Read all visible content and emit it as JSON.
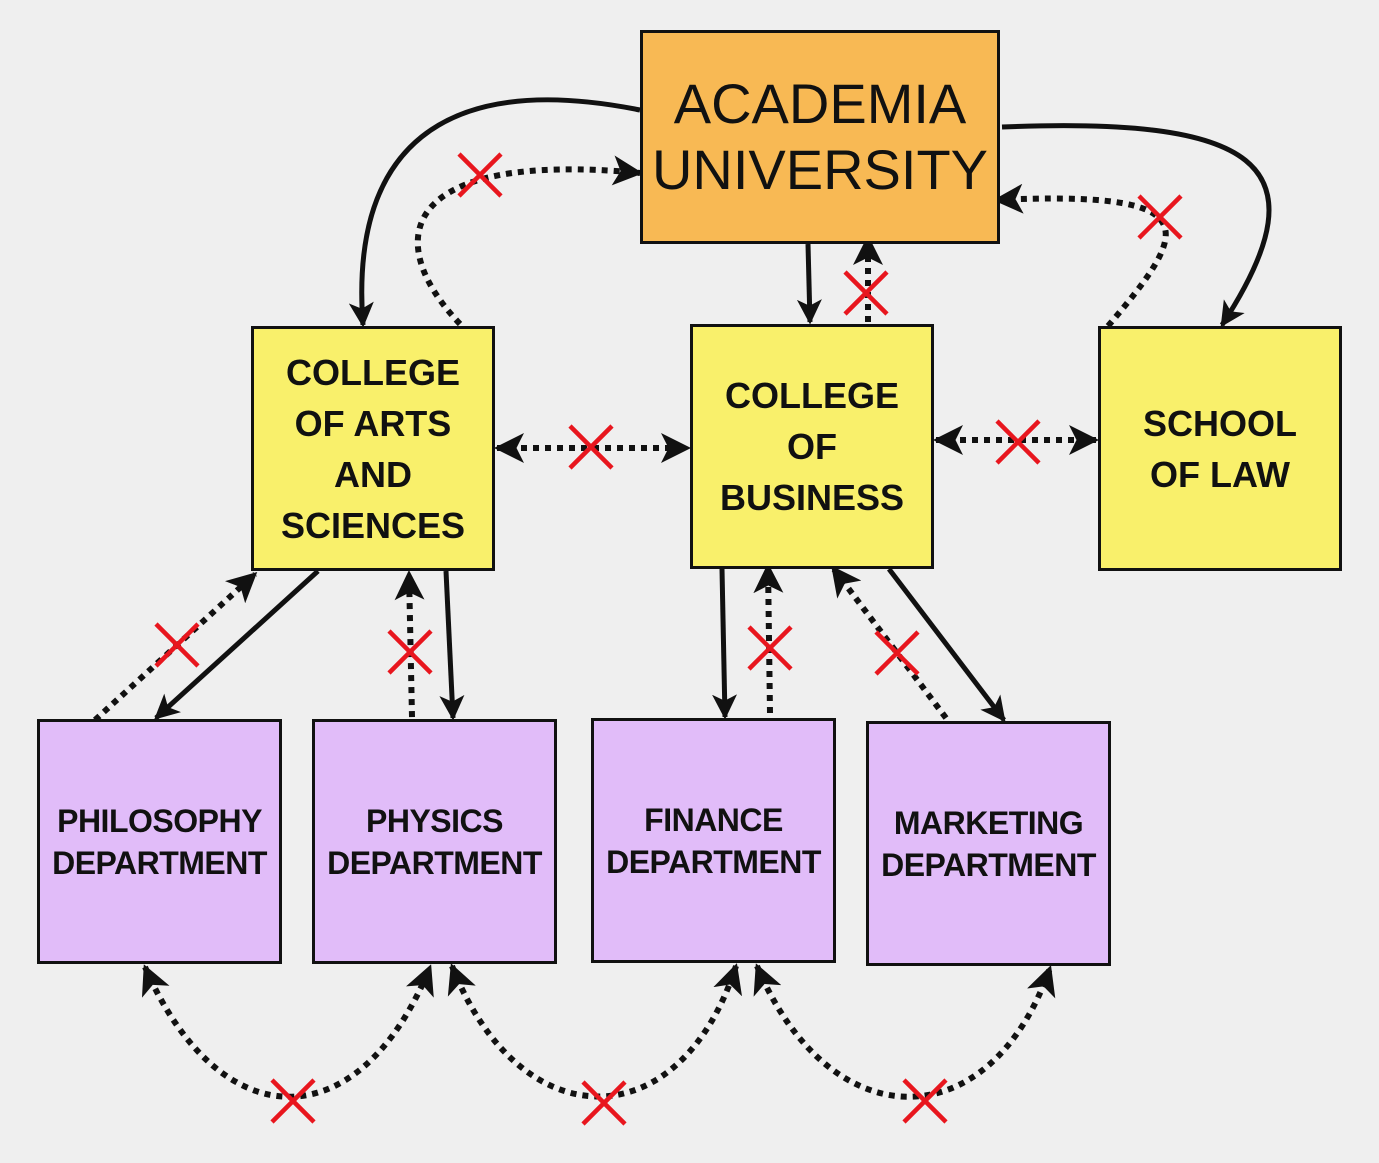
{
  "colors": {
    "background": "#efefef",
    "university": "#f8b954",
    "college": "#f9f06b",
    "department": "#e1bcf9",
    "arrow": "#111111",
    "blocked_mark": "#e8161e"
  },
  "nodes": {
    "university": "ACADEMIA\nUNIVERSITY",
    "arts_sciences": "COLLEGE\nOF ARTS\nAND\nSCIENCES",
    "business": "COLLEGE\nOF\nBUSINESS",
    "law": "SCHOOL\nOF LAW",
    "philosophy": "PHILOSOPHY\nDEPARTMENT",
    "physics": "PHYSICS\nDEPARTMENT",
    "finance": "FINANCE\nDEPARTMENT",
    "marketing": "MARKETING\nDEPARTMENT"
  },
  "edges": [
    {
      "from": "university",
      "to": "arts_sciences",
      "style": "solid"
    },
    {
      "from": "university",
      "to": "business",
      "style": "solid"
    },
    {
      "from": "university",
      "to": "law",
      "style": "solid"
    },
    {
      "from": "arts_sciences",
      "to": "university",
      "style": "dotted",
      "blocked": true
    },
    {
      "from": "business",
      "to": "university",
      "style": "dotted",
      "blocked": true
    },
    {
      "from": "law",
      "to": "university",
      "style": "dotted",
      "blocked": true
    },
    {
      "from": "arts_sciences",
      "to": "business",
      "style": "dotted",
      "bidirectional": true,
      "blocked": true
    },
    {
      "from": "business",
      "to": "law",
      "style": "dotted",
      "bidirectional": true,
      "blocked": true
    },
    {
      "from": "arts_sciences",
      "to": "philosophy",
      "style": "solid"
    },
    {
      "from": "arts_sciences",
      "to": "physics",
      "style": "solid"
    },
    {
      "from": "philosophy",
      "to": "arts_sciences",
      "style": "dotted",
      "blocked": true
    },
    {
      "from": "physics",
      "to": "arts_sciences",
      "style": "dotted",
      "blocked": true
    },
    {
      "from": "business",
      "to": "finance",
      "style": "solid"
    },
    {
      "from": "business",
      "to": "marketing",
      "style": "solid"
    },
    {
      "from": "finance",
      "to": "business",
      "style": "dotted",
      "blocked": true
    },
    {
      "from": "marketing",
      "to": "business",
      "style": "dotted",
      "blocked": true
    },
    {
      "from": "philosophy",
      "to": "physics",
      "style": "dotted",
      "bidirectional": true,
      "blocked": true
    },
    {
      "from": "physics",
      "to": "finance",
      "style": "dotted",
      "bidirectional": true,
      "blocked": true
    },
    {
      "from": "finance",
      "to": "marketing",
      "style": "dotted",
      "bidirectional": true,
      "blocked": true
    }
  ]
}
